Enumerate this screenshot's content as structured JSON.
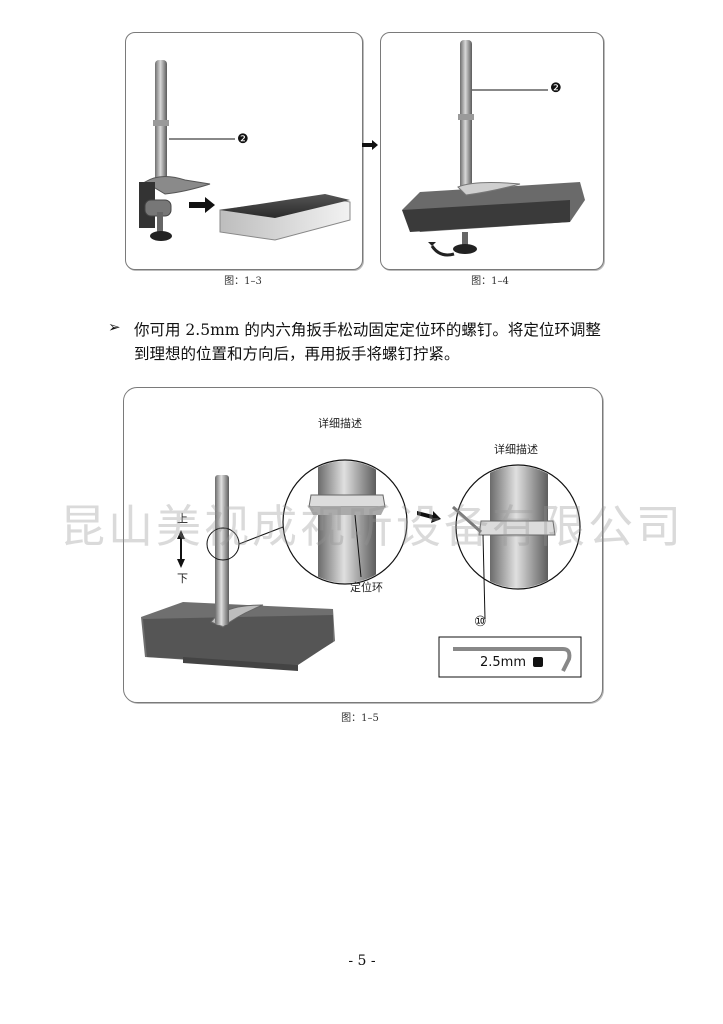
{
  "figures": {
    "fig_1_3": {
      "caption": "图：1–3",
      "callout": "❷"
    },
    "fig_1_4": {
      "caption": "图：1–4",
      "callout": "❷"
    },
    "fig_1_5": {
      "caption": "图：1–5",
      "detail_label_1": "详细描述",
      "detail_label_2": "详细描述",
      "ring_label": "定位环",
      "up_label": "上",
      "down_label": "下",
      "callout": "⑩",
      "wrench_size": "2.5mm"
    }
  },
  "instruction": {
    "bullet": "➢",
    "text": "你可用 2.5mm 的内六角扳手松动固定定位环的螺钉。将定位环调整到理想的位置和方向后，再用扳手将螺钉拧紧。"
  },
  "watermark": "昆山美视成视听设备有限公司",
  "page_number": "- 5 -"
}
